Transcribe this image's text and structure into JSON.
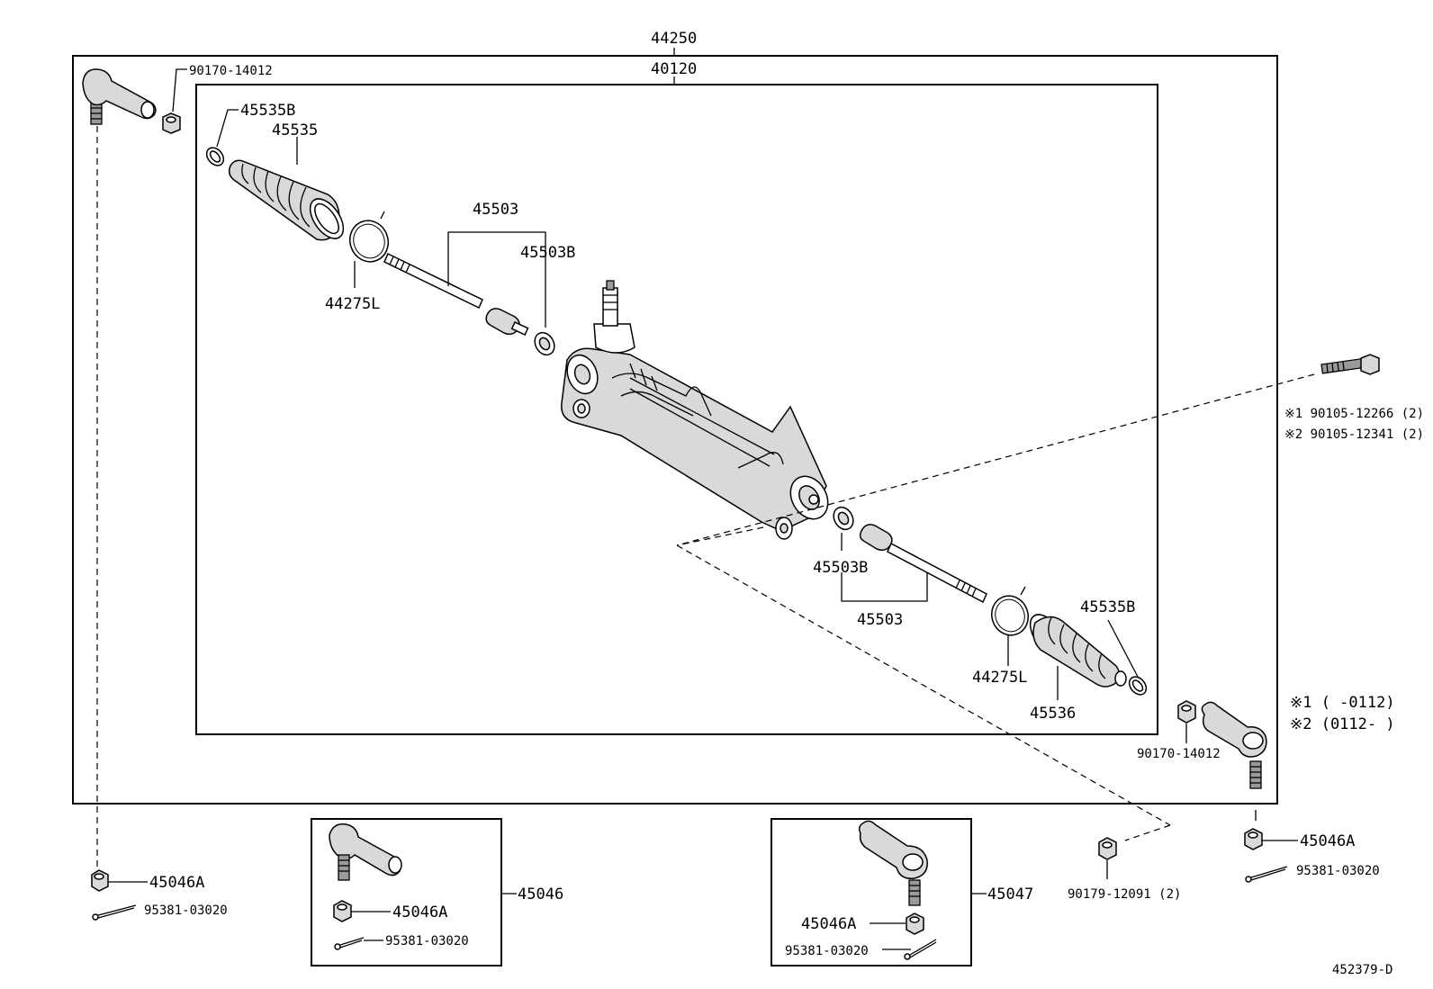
{
  "labels": {
    "assembly_outer": "44250",
    "assembly_inner": "40120",
    "nut_top_left": "90170-14012",
    "clamp_left": "45535B",
    "boot_left": "45535",
    "ring_left": "44275L",
    "rod_left": "45503",
    "washer_left": "45503B",
    "washer_right": "45503B",
    "rod_right": "45503",
    "ring_right": "44275L",
    "clamp_right": "45535B",
    "boot_right": "45536",
    "nut_bottom_right": "90170-14012",
    "bolt_a": "※1 90105-12266 (2)",
    "bolt_b": "※2 90105-12341 (2)",
    "note_1": "※1 (        -0112)",
    "note_2": "※2 (0112-        )",
    "castle_nut_left": "45046A",
    "cotter_pin_left": "95381-03020",
    "tie_end_kit_left": "45046",
    "kit_left_nut": "45046A",
    "kit_left_pin": "95381-03020",
    "tie_end_kit_right": "45047",
    "kit_right_nut": "45046A",
    "kit_right_pin": "95381-03020",
    "mount_nut": "90179-12091 (2)",
    "castle_nut_right": "45046A",
    "cotter_pin_right": "95381-03020",
    "diagram_id": "452379-D"
  }
}
